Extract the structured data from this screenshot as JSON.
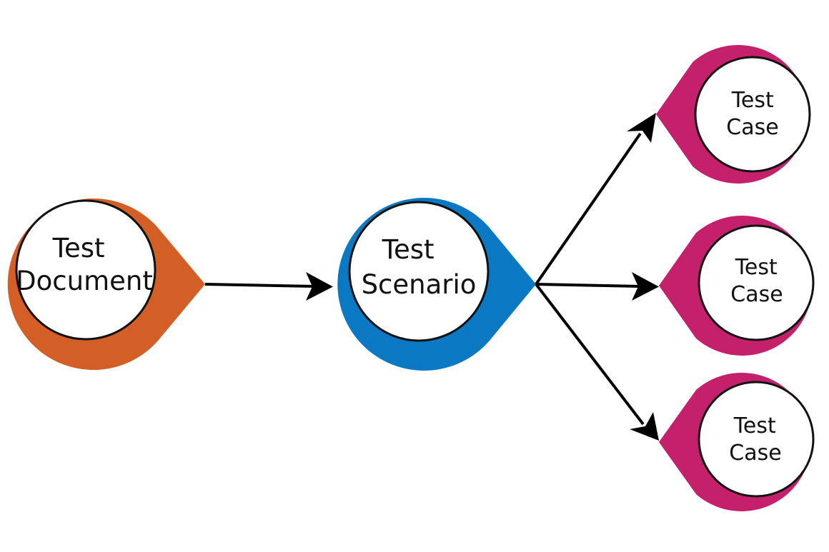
{
  "diagram": {
    "nodes": {
      "document": {
        "label_line1": "Test",
        "label_line2": "Document",
        "color": "#d35f27"
      },
      "scenario": {
        "label_line1": "Test",
        "label_line2": "Scenario",
        "color": "#0a78c2"
      },
      "cases": [
        {
          "label_line1": "Test",
          "label_line2": "Case",
          "color": "#c4206c"
        },
        {
          "label_line1": "Test",
          "label_line2": "Case",
          "color": "#c4206c"
        },
        {
          "label_line1": "Test",
          "label_line2": "Case",
          "color": "#c4206c"
        }
      ]
    },
    "edges": [
      {
        "from": "document",
        "to": "scenario"
      },
      {
        "from": "scenario",
        "to": "case-1"
      },
      {
        "from": "scenario",
        "to": "case-2"
      },
      {
        "from": "scenario",
        "to": "case-3"
      }
    ],
    "colors": {
      "arrow": "#000000",
      "inner_fill": "#ffffff",
      "inner_stroke": "#111111"
    }
  }
}
